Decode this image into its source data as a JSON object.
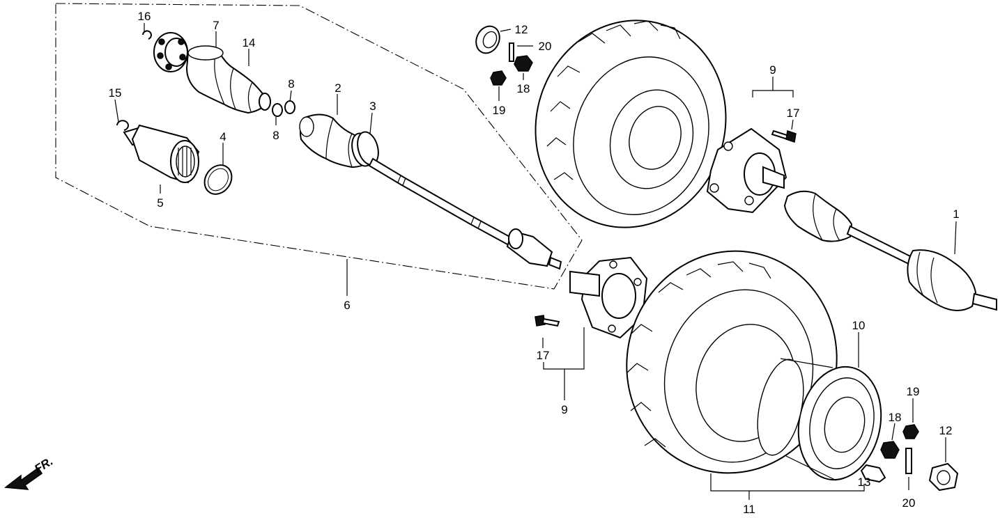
{
  "diagram": {
    "direction_indicator": "FR.",
    "callouts": {
      "c1": "1",
      "c2": "2",
      "c3": "3",
      "c4": "4",
      "c5": "5",
      "c6": "6",
      "c7": "7",
      "c8a": "8",
      "c8b": "8",
      "c9a": "9",
      "c9b": "9",
      "c10": "10",
      "c11": "11",
      "c12a": "12",
      "c12b": "12",
      "c13": "13",
      "c14": "14",
      "c15": "15",
      "c16": "16",
      "c17a": "17",
      "c17b": "17",
      "c18a": "18",
      "c18b": "18",
      "c19a": "19",
      "c19b": "19",
      "c20a": "20",
      "c20b": "20"
    }
  }
}
